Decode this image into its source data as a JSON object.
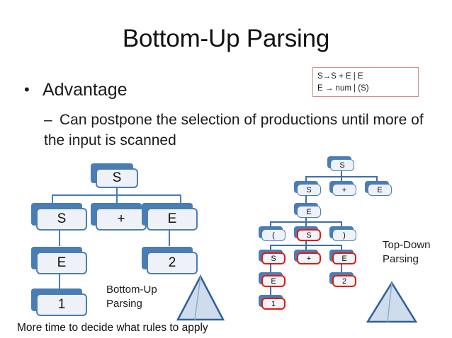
{
  "slide": {
    "title": "Bottom-Up Parsing",
    "footnote": "More time to decide what rules to apply"
  },
  "grammar": {
    "line1": "S→S + E | E",
    "line2": "E → num | (S)",
    "border_color": "#d98c8c"
  },
  "bullets": {
    "level1": {
      "marker": "•",
      "text": "Advantage"
    },
    "level2": {
      "marker": "–",
      "text": "Can postpone the selection of productions until more of the input is scanned"
    }
  },
  "colors": {
    "node_blue": "#4b7db5",
    "node_fill": "#eef2f8",
    "node_red": "#e01b12",
    "triangle_fill": "#cfdcec",
    "triangle_stroke": "#2e5f96"
  },
  "bottom_up_tree": {
    "caption": "Bottom-Up\nParsing",
    "caption_line1": "Bottom-Up",
    "caption_line2": "Parsing",
    "nodes": [
      {
        "id": "bu-s-root",
        "label": "S",
        "highlight": "blue"
      },
      {
        "id": "bu-s-l1",
        "label": "S",
        "highlight": "blue"
      },
      {
        "id": "bu-plus-l1",
        "label": "+",
        "highlight": "blue"
      },
      {
        "id": "bu-e-l1",
        "label": "E",
        "highlight": "blue"
      },
      {
        "id": "bu-e-l2",
        "label": "E",
        "highlight": "blue"
      },
      {
        "id": "bu-2-l2",
        "label": "2",
        "highlight": "blue"
      },
      {
        "id": "bu-1-l3",
        "label": "1",
        "highlight": "blue"
      }
    ]
  },
  "top_down_tree": {
    "caption_line1": "Top-Down",
    "caption_line2": "Parsing",
    "nodes": [
      {
        "id": "td-s-root",
        "label": "S",
        "highlight": "blue"
      },
      {
        "id": "td-s-l1",
        "label": "S",
        "highlight": "blue"
      },
      {
        "id": "td-plus-l1",
        "label": "+",
        "highlight": "blue"
      },
      {
        "id": "td-e-l1",
        "label": "E",
        "highlight": "blue"
      },
      {
        "id": "td-e-l2",
        "label": "E",
        "highlight": "blue"
      },
      {
        "id": "td-lparen",
        "label": "(",
        "highlight": "blue"
      },
      {
        "id": "td-s-l3",
        "label": "S",
        "highlight": "red"
      },
      {
        "id": "td-rparen",
        "label": ")",
        "highlight": "blue"
      },
      {
        "id": "td-s-l4",
        "label": "S",
        "highlight": "red"
      },
      {
        "id": "td-plus-l4",
        "label": "+",
        "highlight": "red"
      },
      {
        "id": "td-e-l4",
        "label": "E",
        "highlight": "red"
      },
      {
        "id": "td-e-l5",
        "label": "E",
        "highlight": "red"
      },
      {
        "id": "td-2-l5",
        "label": "2",
        "highlight": "red"
      },
      {
        "id": "td-1-l6",
        "label": "1",
        "highlight": "red"
      }
    ]
  }
}
